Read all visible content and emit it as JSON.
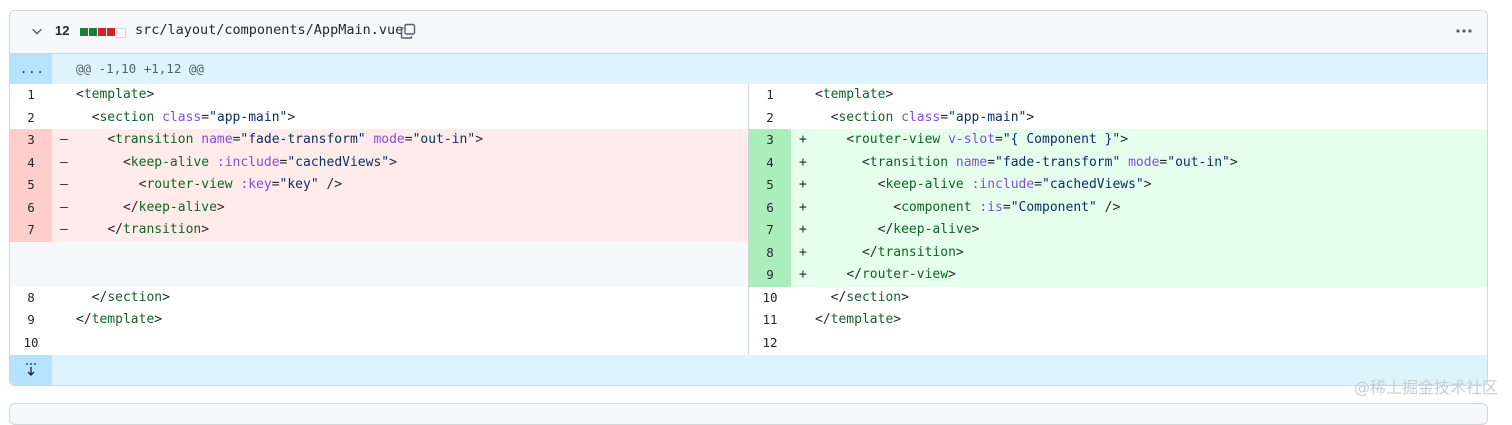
{
  "file": {
    "changes_count": "12",
    "diffstat_colors": [
      "#1a7f37",
      "#1a7f37",
      "#cf222e",
      "#cf222e",
      "#f6f8fa"
    ],
    "path": "src/layout/components/AppMain.vue"
  },
  "hunk": {
    "expand_label": "...",
    "header": "@@ -1,10 +1,12 @@"
  },
  "left_lines": [
    {
      "num": "1",
      "sign": "",
      "code": "<template>",
      "type": "ctx"
    },
    {
      "num": "2",
      "sign": "",
      "code": "  <section class=\"app-main\">",
      "type": "ctx"
    },
    {
      "num": "3",
      "sign": "–",
      "code": "    <transition name=\"fade-transform\" mode=\"out-in\">",
      "type": "del"
    },
    {
      "num": "4",
      "sign": "–",
      "code": "      <keep-alive :include=\"cachedViews\">",
      "type": "del"
    },
    {
      "num": "5",
      "sign": "–",
      "code": "        <router-view :key=\"key\" />",
      "type": "del"
    },
    {
      "num": "6",
      "sign": "–",
      "code": "      </keep-alive>",
      "type": "del"
    },
    {
      "num": "7",
      "sign": "–",
      "code": "    </transition>",
      "type": "del"
    },
    {
      "num": "",
      "sign": "",
      "code": "",
      "type": "empty"
    },
    {
      "num": "",
      "sign": "",
      "code": "",
      "type": "empty"
    },
    {
      "num": "8",
      "sign": "",
      "code": "  </section>",
      "type": "ctx"
    },
    {
      "num": "9",
      "sign": "",
      "code": "</template>",
      "type": "ctx"
    },
    {
      "num": "10",
      "sign": "",
      "code": "",
      "type": "ctx"
    }
  ],
  "right_lines": [
    {
      "num": "1",
      "sign": "",
      "code": "<template>",
      "type": "ctx"
    },
    {
      "num": "2",
      "sign": "",
      "code": "  <section class=\"app-main\">",
      "type": "ctx"
    },
    {
      "num": "3",
      "sign": "+",
      "code": "    <router-view v-slot=\"{ Component }\">",
      "type": "add"
    },
    {
      "num": "4",
      "sign": "+",
      "code": "      <transition name=\"fade-transform\" mode=\"out-in\">",
      "type": "add"
    },
    {
      "num": "5",
      "sign": "+",
      "code": "        <keep-alive :include=\"cachedViews\">",
      "type": "add"
    },
    {
      "num": "6",
      "sign": "+",
      "code": "          <component :is=\"Component\" />",
      "type": "add"
    },
    {
      "num": "7",
      "sign": "+",
      "code": "        </keep-alive>",
      "type": "add"
    },
    {
      "num": "8",
      "sign": "+",
      "code": "      </transition>",
      "type": "add"
    },
    {
      "num": "9",
      "sign": "+",
      "code": "    </router-view>",
      "type": "add"
    },
    {
      "num": "10",
      "sign": "",
      "code": "  </section>",
      "type": "ctx"
    },
    {
      "num": "11",
      "sign": "",
      "code": "</template>",
      "type": "ctx"
    },
    {
      "num": "12",
      "sign": "",
      "code": "",
      "type": "ctx"
    }
  ],
  "watermark": "@稀土掘金技术社区"
}
